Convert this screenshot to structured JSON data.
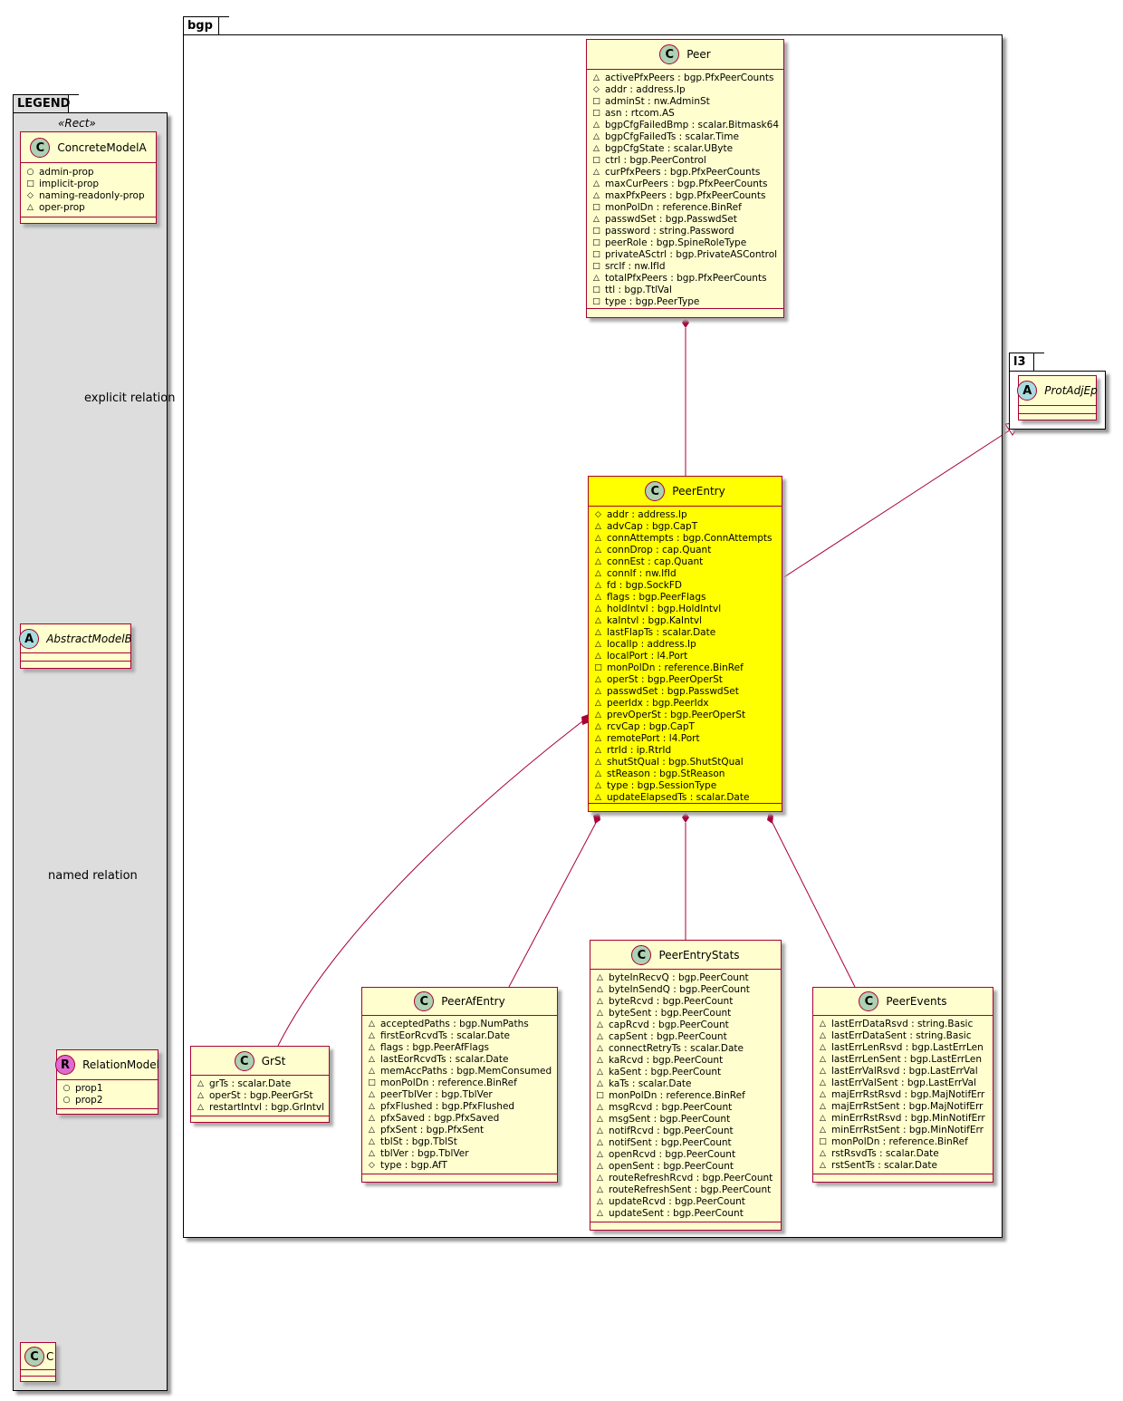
{
  "legend": {
    "title": "LEGEND",
    "stereotype": "«Rect»",
    "concrete_class": {
      "name": "ConcreteModelA",
      "attrs": [
        "admin-prop",
        "implicit-prop",
        "naming-readonly-prop",
        "oper-prop"
      ]
    },
    "abstract_class": {
      "name": "AbstractModelB"
    },
    "relation_class": {
      "name": "RelationModel",
      "attrs": [
        "prop1",
        "prop2"
      ]
    },
    "c_class": {
      "name": "C"
    },
    "explicit_relation": "explicit relation",
    "named_relation": "named relation"
  },
  "bgp_package": {
    "title": "bgp",
    "peer": {
      "name": "Peer",
      "attrs": [
        "activePfxPeers : bgp.PfxPeerCounts",
        "addr : address.Ip",
        "adminSt : nw.AdminSt",
        "asn : rtcom.AS",
        "bgpCfgFailedBmp : scalar.Bitmask64",
        "bgpCfgFailedTs : scalar.Time",
        "bgpCfgState : scalar.UByte",
        "ctrl : bgp.PeerControl",
        "curPfxPeers : bgp.PfxPeerCounts",
        "maxCurPeers : bgp.PfxPeerCounts",
        "maxPfxPeers : bgp.PfxPeerCounts",
        "monPolDn : reference.BinRef",
        "passwdSet : bgp.PasswdSet",
        "password : string.Password",
        "peerRole : bgp.SpineRoleType",
        "privateASctrl : bgp.PrivateASControl",
        "srcIf : nw.IfId",
        "totalPfxPeers : bgp.PfxPeerCounts",
        "ttl : bgp.TtlVal",
        "type : bgp.PeerType"
      ]
    },
    "peer_entry": {
      "name": "PeerEntry",
      "attrs": [
        "addr : address.Ip",
        "advCap : bgp.CapT",
        "connAttempts : bgp.ConnAttempts",
        "connDrop : cap.Quant",
        "connEst : cap.Quant",
        "connIf : nw.IfId",
        "fd : bgp.SockFD",
        "flags : bgp.PeerFlags",
        "holdIntvl : bgp.HoldIntvl",
        "kaIntvl : bgp.KaIntvl",
        "lastFlapTs : scalar.Date",
        "localIp : address.Ip",
        "localPort : l4.Port",
        "monPolDn : reference.BinRef",
        "operSt : bgp.PeerOperSt",
        "passwdSet : bgp.PasswdSet",
        "peerIdx : bgp.PeerIdx",
        "prevOperSt : bgp.PeerOperSt",
        "rcvCap : bgp.CapT",
        "remotePort : l4.Port",
        "rtrId : ip.RtrId",
        "shutStQual : bgp.ShutStQual",
        "stReason : bgp.StReason",
        "type : bgp.SessionType",
        "updateElapsedTs : scalar.Date"
      ]
    },
    "grst": {
      "name": "GrSt",
      "attrs": [
        "grTs : scalar.Date",
        "operSt : bgp.PeerGrSt",
        "restartIntvl : bgp.GrIntvl"
      ]
    },
    "peer_af_entry": {
      "name": "PeerAfEntry",
      "attrs": [
        "acceptedPaths : bgp.NumPaths",
        "firstEorRcvdTs : scalar.Date",
        "flags : bgp.PeerAfFlags",
        "lastEorRcvdTs : scalar.Date",
        "memAccPaths : bgp.MemConsumed",
        "monPolDn : reference.BinRef",
        "peerTblVer : bgp.TblVer",
        "pfxFlushed : bgp.PfxFlushed",
        "pfxSaved : bgp.PfxSaved",
        "pfxSent : bgp.PfxSent",
        "tblSt : bgp.TblSt",
        "tblVer : bgp.TblVer",
        "type : bgp.AfT"
      ]
    },
    "peer_entry_stats": {
      "name": "PeerEntryStats",
      "attrs": [
        "byteInRecvQ : bgp.PeerCount",
        "byteInSendQ : bgp.PeerCount",
        "byteRcvd : bgp.PeerCount",
        "byteSent : bgp.PeerCount",
        "capRcvd : bgp.PeerCount",
        "capSent : bgp.PeerCount",
        "connectRetryTs : scalar.Date",
        "kaRcvd : bgp.PeerCount",
        "kaSent : bgp.PeerCount",
        "kaTs : scalar.Date",
        "monPolDn : reference.BinRef",
        "msgRcvd : bgp.PeerCount",
        "msgSent : bgp.PeerCount",
        "notifRcvd : bgp.PeerCount",
        "notifSent : bgp.PeerCount",
        "openRcvd : bgp.PeerCount",
        "openSent : bgp.PeerCount",
        "routeRefreshRcvd : bgp.PeerCount",
        "routeRefreshSent : bgp.PeerCount",
        "updateRcvd : bgp.PeerCount",
        "updateSent : bgp.PeerCount"
      ]
    },
    "peer_events": {
      "name": "PeerEvents",
      "attrs": [
        "lastErrDataRsvd : string.Basic",
        "lastErrDataSent : string.Basic",
        "lastErrLenRsvd : bgp.LastErrLen",
        "lastErrLenSent : bgp.LastErrLen",
        "lastErrValRsvd : bgp.LastErrVal",
        "lastErrValSent : bgp.LastErrVal",
        "majErrRstRsvd : bgp.MajNotifErr",
        "majErrRstSent : bgp.MajNotifErr",
        "minErrRstRsvd : bgp.MinNotifErr",
        "minErrRstSent : bgp.MinNotifErr",
        "monPolDn : reference.BinRef",
        "rstRsvdTs : scalar.Date",
        "rstSentTs : scalar.Date"
      ]
    }
  },
  "l3_package": {
    "title": "l3",
    "prot_adj_ep": {
      "name": "ProtAdjEp"
    }
  }
}
